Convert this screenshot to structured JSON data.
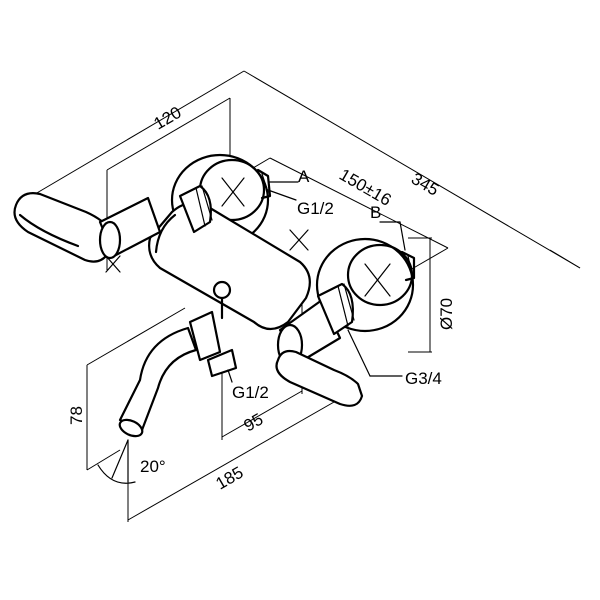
{
  "dimensions": {
    "overall_width": "345",
    "inlet_centers": "150±16",
    "depth": "120",
    "spout_height": "78",
    "spout_reach": "185",
    "outlet_offset": "95",
    "rosette_diameter": "Ø70",
    "spout_angle": "20°"
  },
  "callouts": {
    "a": "A",
    "b": "B",
    "thread_upper": "G1/2",
    "thread_lower": "G1/2",
    "thread_main": "G3/4"
  }
}
